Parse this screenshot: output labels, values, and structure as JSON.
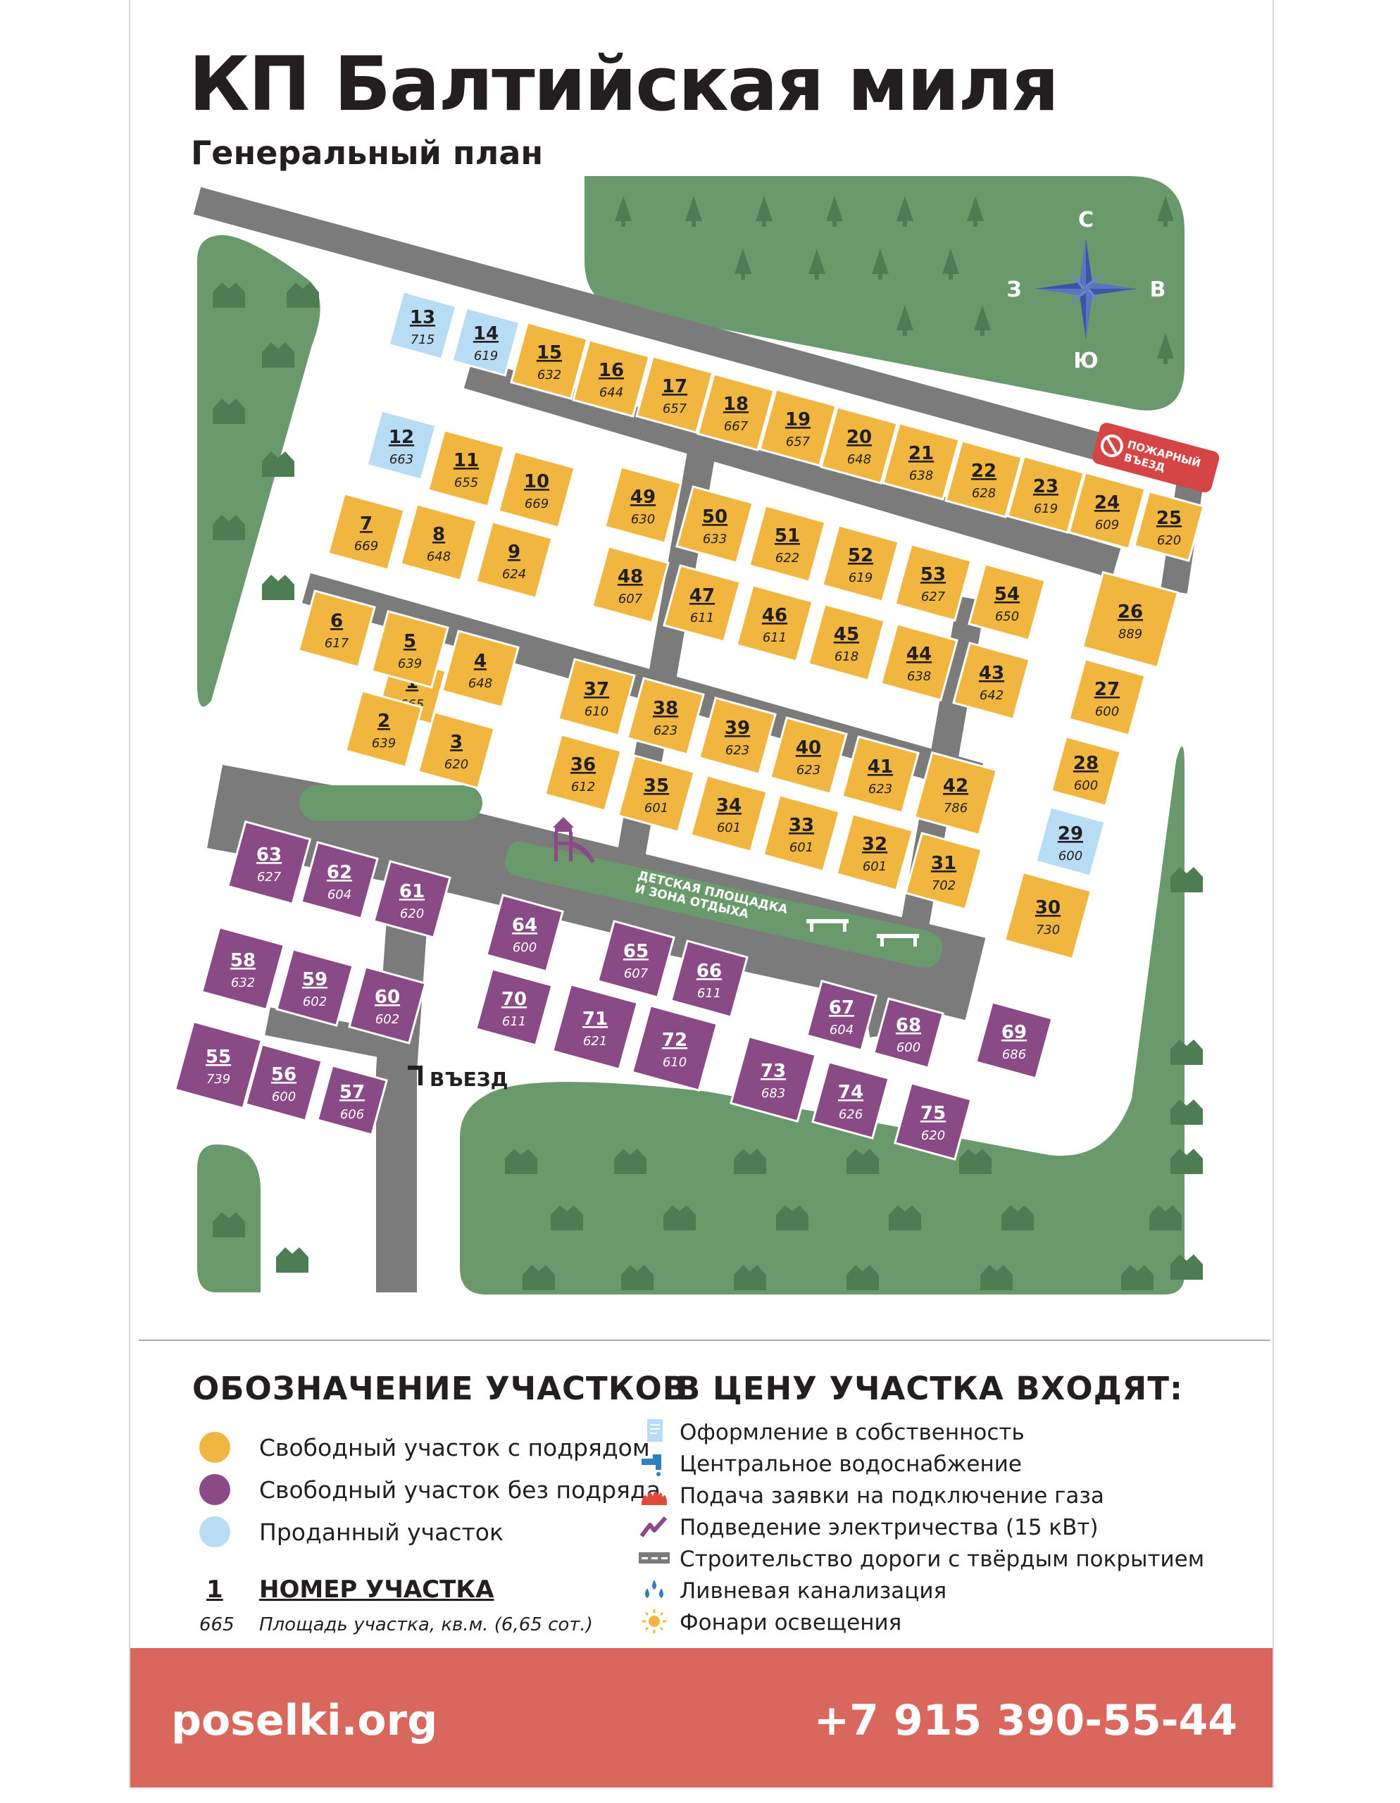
{
  "header": {
    "title": "КП Балтийская миля",
    "subtitle": "Генеральный план"
  },
  "colors": {
    "available_with_contract": "#f0b63f",
    "available_without_contract": "#8a4a86",
    "sold": "#b8dcf3",
    "road": "#7b7b7b",
    "forest": "#6a9a6c",
    "forest_icon": "#4f7d53",
    "footer": "#d9675e",
    "fire_sign": "#d64545"
  },
  "compass": {
    "n": "С",
    "s": "Ю",
    "w": "З",
    "e": "В"
  },
  "map_labels": {
    "fire_entry_1": "ПОЖАРНЫЙ",
    "fire_entry_2": "ВЪЕЗД",
    "entrance": "ВЪЕЗД",
    "playground_1": "ДЕТСКАЯ ПЛОЩАДКА",
    "playground_2": "И ЗОНА ОТДЫХА"
  },
  "plots": [
    {
      "n": "1",
      "a": "665",
      "s": "y"
    },
    {
      "n": "2",
      "a": "639",
      "s": "y"
    },
    {
      "n": "3",
      "a": "620",
      "s": "y"
    },
    {
      "n": "4",
      "a": "648",
      "s": "y"
    },
    {
      "n": "5",
      "a": "639",
      "s": "y"
    },
    {
      "n": "6",
      "a": "617",
      "s": "y"
    },
    {
      "n": "7",
      "a": "669",
      "s": "y"
    },
    {
      "n": "8",
      "a": "648",
      "s": "y"
    },
    {
      "n": "9",
      "a": "624",
      "s": "y"
    },
    {
      "n": "10",
      "a": "669",
      "s": "y"
    },
    {
      "n": "11",
      "a": "655",
      "s": "y"
    },
    {
      "n": "12",
      "a": "663",
      "s": "s"
    },
    {
      "n": "13",
      "a": "715",
      "s": "s"
    },
    {
      "n": "14",
      "a": "619",
      "s": "s"
    },
    {
      "n": "15",
      "a": "632",
      "s": "y"
    },
    {
      "n": "16",
      "a": "644",
      "s": "y"
    },
    {
      "n": "17",
      "a": "657",
      "s": "y"
    },
    {
      "n": "18",
      "a": "667",
      "s": "y"
    },
    {
      "n": "19",
      "a": "657",
      "s": "y"
    },
    {
      "n": "20",
      "a": "648",
      "s": "y"
    },
    {
      "n": "21",
      "a": "638",
      "s": "y"
    },
    {
      "n": "22",
      "a": "628",
      "s": "y"
    },
    {
      "n": "23",
      "a": "619",
      "s": "y"
    },
    {
      "n": "24",
      "a": "609",
      "s": "y"
    },
    {
      "n": "25",
      "a": "620",
      "s": "y"
    },
    {
      "n": "26",
      "a": "889",
      "s": "y"
    },
    {
      "n": "27",
      "a": "600",
      "s": "y"
    },
    {
      "n": "28",
      "a": "600",
      "s": "y"
    },
    {
      "n": "29",
      "a": "600",
      "s": "s"
    },
    {
      "n": "30",
      "a": "730",
      "s": "y"
    },
    {
      "n": "31",
      "a": "702",
      "s": "y"
    },
    {
      "n": "32",
      "a": "601",
      "s": "y"
    },
    {
      "n": "33",
      "a": "601",
      "s": "y"
    },
    {
      "n": "34",
      "a": "601",
      "s": "y"
    },
    {
      "n": "35",
      "a": "601",
      "s": "y"
    },
    {
      "n": "36",
      "a": "612",
      "s": "y"
    },
    {
      "n": "37",
      "a": "610",
      "s": "y"
    },
    {
      "n": "38",
      "a": "623",
      "s": "y"
    },
    {
      "n": "39",
      "a": "623",
      "s": "y"
    },
    {
      "n": "40",
      "a": "623",
      "s": "y"
    },
    {
      "n": "41",
      "a": "623",
      "s": "y"
    },
    {
      "n": "42",
      "a": "786",
      "s": "y"
    },
    {
      "n": "43",
      "a": "642",
      "s": "y"
    },
    {
      "n": "44",
      "a": "638",
      "s": "y"
    },
    {
      "n": "45",
      "a": "618",
      "s": "y"
    },
    {
      "n": "46",
      "a": "611",
      "s": "y"
    },
    {
      "n": "47",
      "a": "611",
      "s": "y"
    },
    {
      "n": "48",
      "a": "607",
      "s": "y"
    },
    {
      "n": "49",
      "a": "630",
      "s": "y"
    },
    {
      "n": "50",
      "a": "633",
      "s": "y"
    },
    {
      "n": "51",
      "a": "622",
      "s": "y"
    },
    {
      "n": "52",
      "a": "619",
      "s": "y"
    },
    {
      "n": "53",
      "a": "627",
      "s": "y"
    },
    {
      "n": "54",
      "a": "650",
      "s": "y"
    },
    {
      "n": "55",
      "a": "739",
      "s": "p"
    },
    {
      "n": "56",
      "a": "600",
      "s": "p"
    },
    {
      "n": "57",
      "a": "606",
      "s": "p"
    },
    {
      "n": "58",
      "a": "632",
      "s": "p"
    },
    {
      "n": "59",
      "a": "602",
      "s": "p"
    },
    {
      "n": "60",
      "a": "602",
      "s": "p"
    },
    {
      "n": "61",
      "a": "620",
      "s": "p"
    },
    {
      "n": "62",
      "a": "604",
      "s": "p"
    },
    {
      "n": "63",
      "a": "627",
      "s": "p"
    },
    {
      "n": "64",
      "a": "600",
      "s": "p"
    },
    {
      "n": "65",
      "a": "607",
      "s": "p"
    },
    {
      "n": "66",
      "a": "611",
      "s": "p"
    },
    {
      "n": "67",
      "a": "604",
      "s": "p"
    },
    {
      "n": "68",
      "a": "600",
      "s": "p"
    },
    {
      "n": "69",
      "a": "686",
      "s": "p"
    },
    {
      "n": "70",
      "a": "611",
      "s": "p"
    },
    {
      "n": "71",
      "a": "621",
      "s": "p"
    },
    {
      "n": "72",
      "a": "610",
      "s": "p"
    },
    {
      "n": "73",
      "a": "683",
      "s": "p"
    },
    {
      "n": "74",
      "a": "626",
      "s": "p"
    },
    {
      "n": "75",
      "a": "620",
      "s": "p"
    }
  ],
  "legend": {
    "title": "ОБОЗНАЧЕНИЕ УЧАСТКОВ",
    "items": [
      {
        "label": "Свободный участок с подрядом",
        "color": "#f0b63f"
      },
      {
        "label": "Свободный участок без подряда",
        "color": "#8a4a86"
      },
      {
        "label": "Проданный участок",
        "color": "#b8dcf3"
      }
    ],
    "sample_number": "1",
    "sample_number_caption": "НОМЕР УЧАСТКА",
    "sample_area": "665",
    "sample_area_caption": "Площадь участка, кв.м. (6,65 сот.)"
  },
  "includes": {
    "title": "В ЦЕНУ УЧАСТКА ВХОДЯТ:",
    "items": [
      {
        "label": "Оформление в собственность",
        "icon": "document-icon"
      },
      {
        "label": "Центральное водоснабжение",
        "icon": "water-tap-icon"
      },
      {
        "label": "Подача заявки на подключение газа",
        "icon": "gas-flame-icon"
      },
      {
        "label": "Подведение электричества (15 кВт)",
        "icon": "lightning-icon"
      },
      {
        "label": "Строительство дороги с твёрдым покрытием",
        "icon": "road-icon"
      },
      {
        "label": "Ливневая канализация",
        "icon": "rain-drops-icon"
      },
      {
        "label": "Фонари освещения",
        "icon": "sun-lamp-icon"
      }
    ]
  },
  "footer": {
    "site": "poselki.org",
    "phone": "+7 915 390-55-44"
  }
}
